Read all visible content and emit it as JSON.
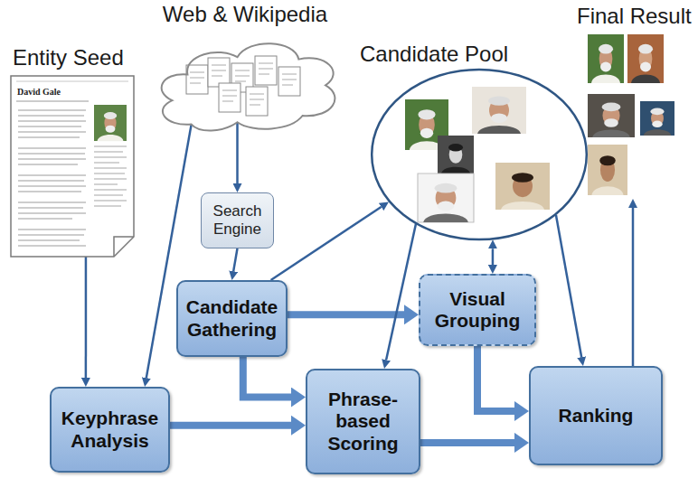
{
  "diagram": {
    "nodes": [
      {
        "text": [
          "Entity Seed",
          "David Gale"
        ]
      },
      {
        "text": [
          "Web & Wikipedia"
        ]
      },
      {
        "text": [
          "Candidate Pool"
        ]
      },
      {
        "text": [
          "Final Result"
        ]
      },
      {
        "text": [
          "Search Engine"
        ]
      },
      {
        "text": [
          "Candidate Gathering"
        ]
      },
      {
        "text": [
          "Visual Grouping"
        ]
      },
      {
        "text": [
          "Keyphrase Analysis"
        ]
      },
      {
        "text": [
          "Phrase-based Scoring"
        ]
      },
      {
        "text": [
          "Ranking"
        ]
      }
    ],
    "edges": [
      {
        "from": 0,
        "to": 7,
        "arrow": "to"
      },
      {
        "from": 1,
        "to": 7,
        "arrow": "to"
      },
      {
        "from": 1,
        "to": 4,
        "arrow": "to"
      },
      {
        "from": 4,
        "to": 5,
        "arrow": "to"
      },
      {
        "from": 5,
        "to": 2,
        "arrow": "to"
      },
      {
        "from": 5,
        "to": 6,
        "arrow": "to"
      },
      {
        "from": 5,
        "to": 8,
        "arrow": "to"
      },
      {
        "from": 7,
        "to": 8,
        "arrow": "to"
      },
      {
        "from": 2,
        "to": 8,
        "arrow": "to"
      },
      {
        "from": 2,
        "to": 6,
        "arrow": "both"
      },
      {
        "from": 6,
        "to": 9,
        "arrow": "to"
      },
      {
        "from": 8,
        "to": 9,
        "arrow": "to"
      },
      {
        "from": 2,
        "to": 9,
        "arrow": "to"
      },
      {
        "from": 9,
        "to": 3,
        "arrow": "to"
      }
    ]
  }
}
